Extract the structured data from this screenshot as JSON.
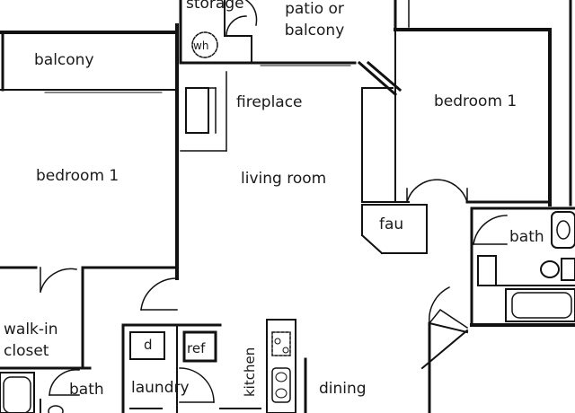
{
  "rooms": {
    "storage": "storage",
    "patio_line1": "patio or",
    "patio_line2": "balcony",
    "balcony": "balcony",
    "fireplace": "fireplace",
    "bedroom_left": "bedroom 1",
    "bedroom_right": "bedroom 1",
    "living_room": "living room",
    "fau": "fau",
    "bath_right": "bath",
    "walkin_line1": "walk-in",
    "walkin_line2": "closet",
    "bath_left": "bath",
    "laundry": "laundry",
    "kitchen": "kitchen",
    "dining": "dining"
  },
  "fixtures": {
    "water_heater": "wh",
    "dryer": "d",
    "refrigerator": "ref"
  },
  "colors": {
    "wall": "#111111",
    "background": "#ffffff"
  }
}
